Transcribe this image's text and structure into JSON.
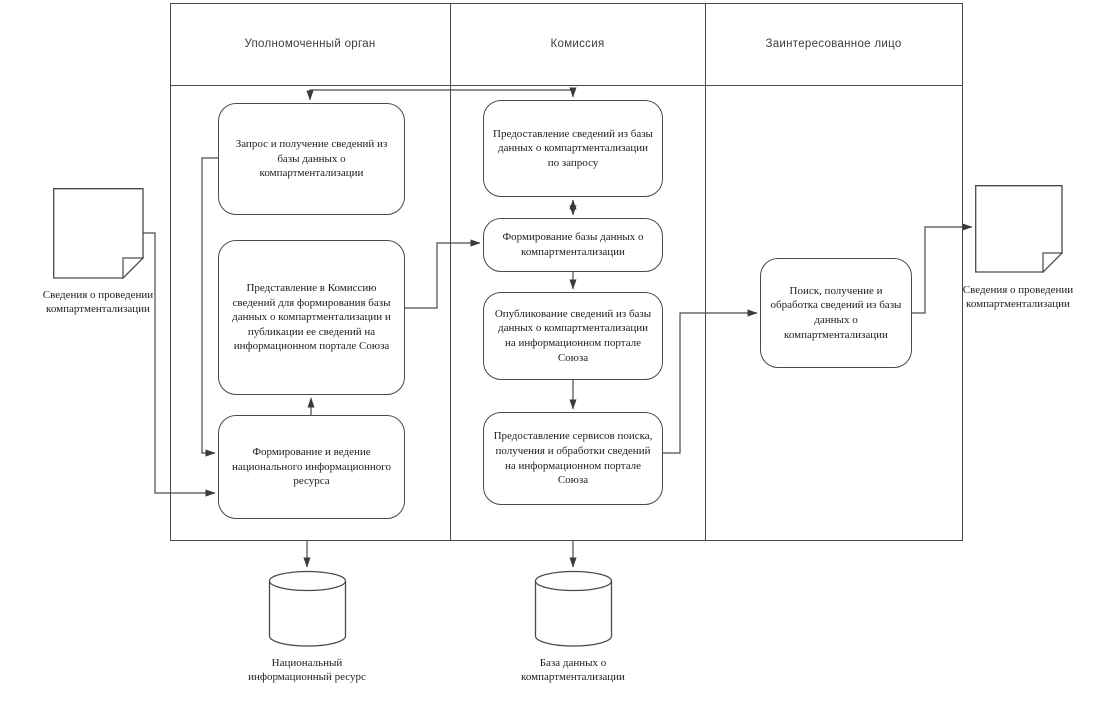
{
  "diagram": {
    "line_color": "#4a4a4a",
    "lanes": [
      {
        "label": "Уполномоченный орган",
        "boxes": [
          {
            "text": "Запрос и получение сведений из базы данных о компартментализации"
          },
          {
            "text": "Представление в Комиссию сведений для формирования базы данных о компартментализации и публикации ее сведений на информационном портале Союза"
          },
          {
            "text": "Формирование и ведение национального информационного ресурса"
          }
        ]
      },
      {
        "label": "Комиссия",
        "boxes": [
          {
            "text": "Предоставление сведений из базы данных о компартментализации по запросу"
          },
          {
            "text": "Формирование базы данных о компартментализации"
          },
          {
            "text": "Опубликование сведений из базы данных о компартментализации на информационном портале Союза"
          },
          {
            "text": "Предоставление сервисов поиска, получения и обработки сведений на информационном портале Союза"
          }
        ]
      },
      {
        "label": "Заинтересованное лицо",
        "boxes": [
          {
            "text": "Поиск, получение и обработка сведений из базы данных о компартментализации"
          }
        ]
      }
    ],
    "documents": [
      {
        "label": "Сведения о проведении компартментализации"
      },
      {
        "label": "Сведения о проведении компартментализации"
      }
    ],
    "datastores": [
      {
        "label": "Национальный информационный ресурс"
      },
      {
        "label": "База данных о компартментализации"
      }
    ]
  }
}
